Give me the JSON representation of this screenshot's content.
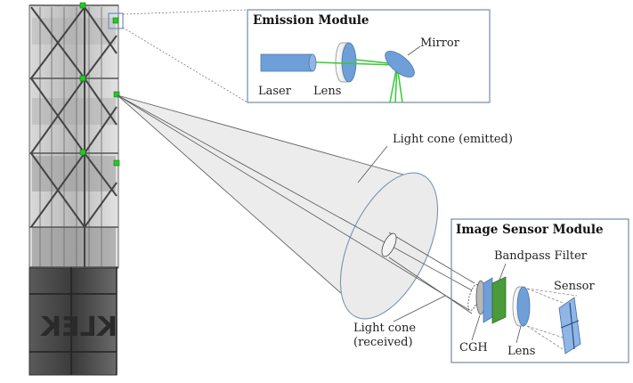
{
  "tower": {
    "facade_text": "KLEK"
  },
  "emission_module": {
    "title": "Emission Module",
    "labels": {
      "laser": "Laser",
      "lens": "Lens",
      "mirror": "Mirror"
    }
  },
  "light_cone": {
    "emitted_label": "Light cone (emitted)",
    "received_label_line1": "Light cone",
    "received_label_line2": "(received)"
  },
  "image_sensor_module": {
    "title": "Image Sensor Module",
    "labels": {
      "bandpass_filter": "Bandpass Filter",
      "sensor": "Sensor",
      "cgh": "CGH",
      "lens": "Lens"
    }
  },
  "colors": {
    "module_border": "#7d93b0",
    "component_blue": "#6f9fd8",
    "beam_green": "#33cc33",
    "filter_green": "#4a9b3a",
    "marker_green": "#22cc22",
    "cone_fill": "#ececec"
  }
}
